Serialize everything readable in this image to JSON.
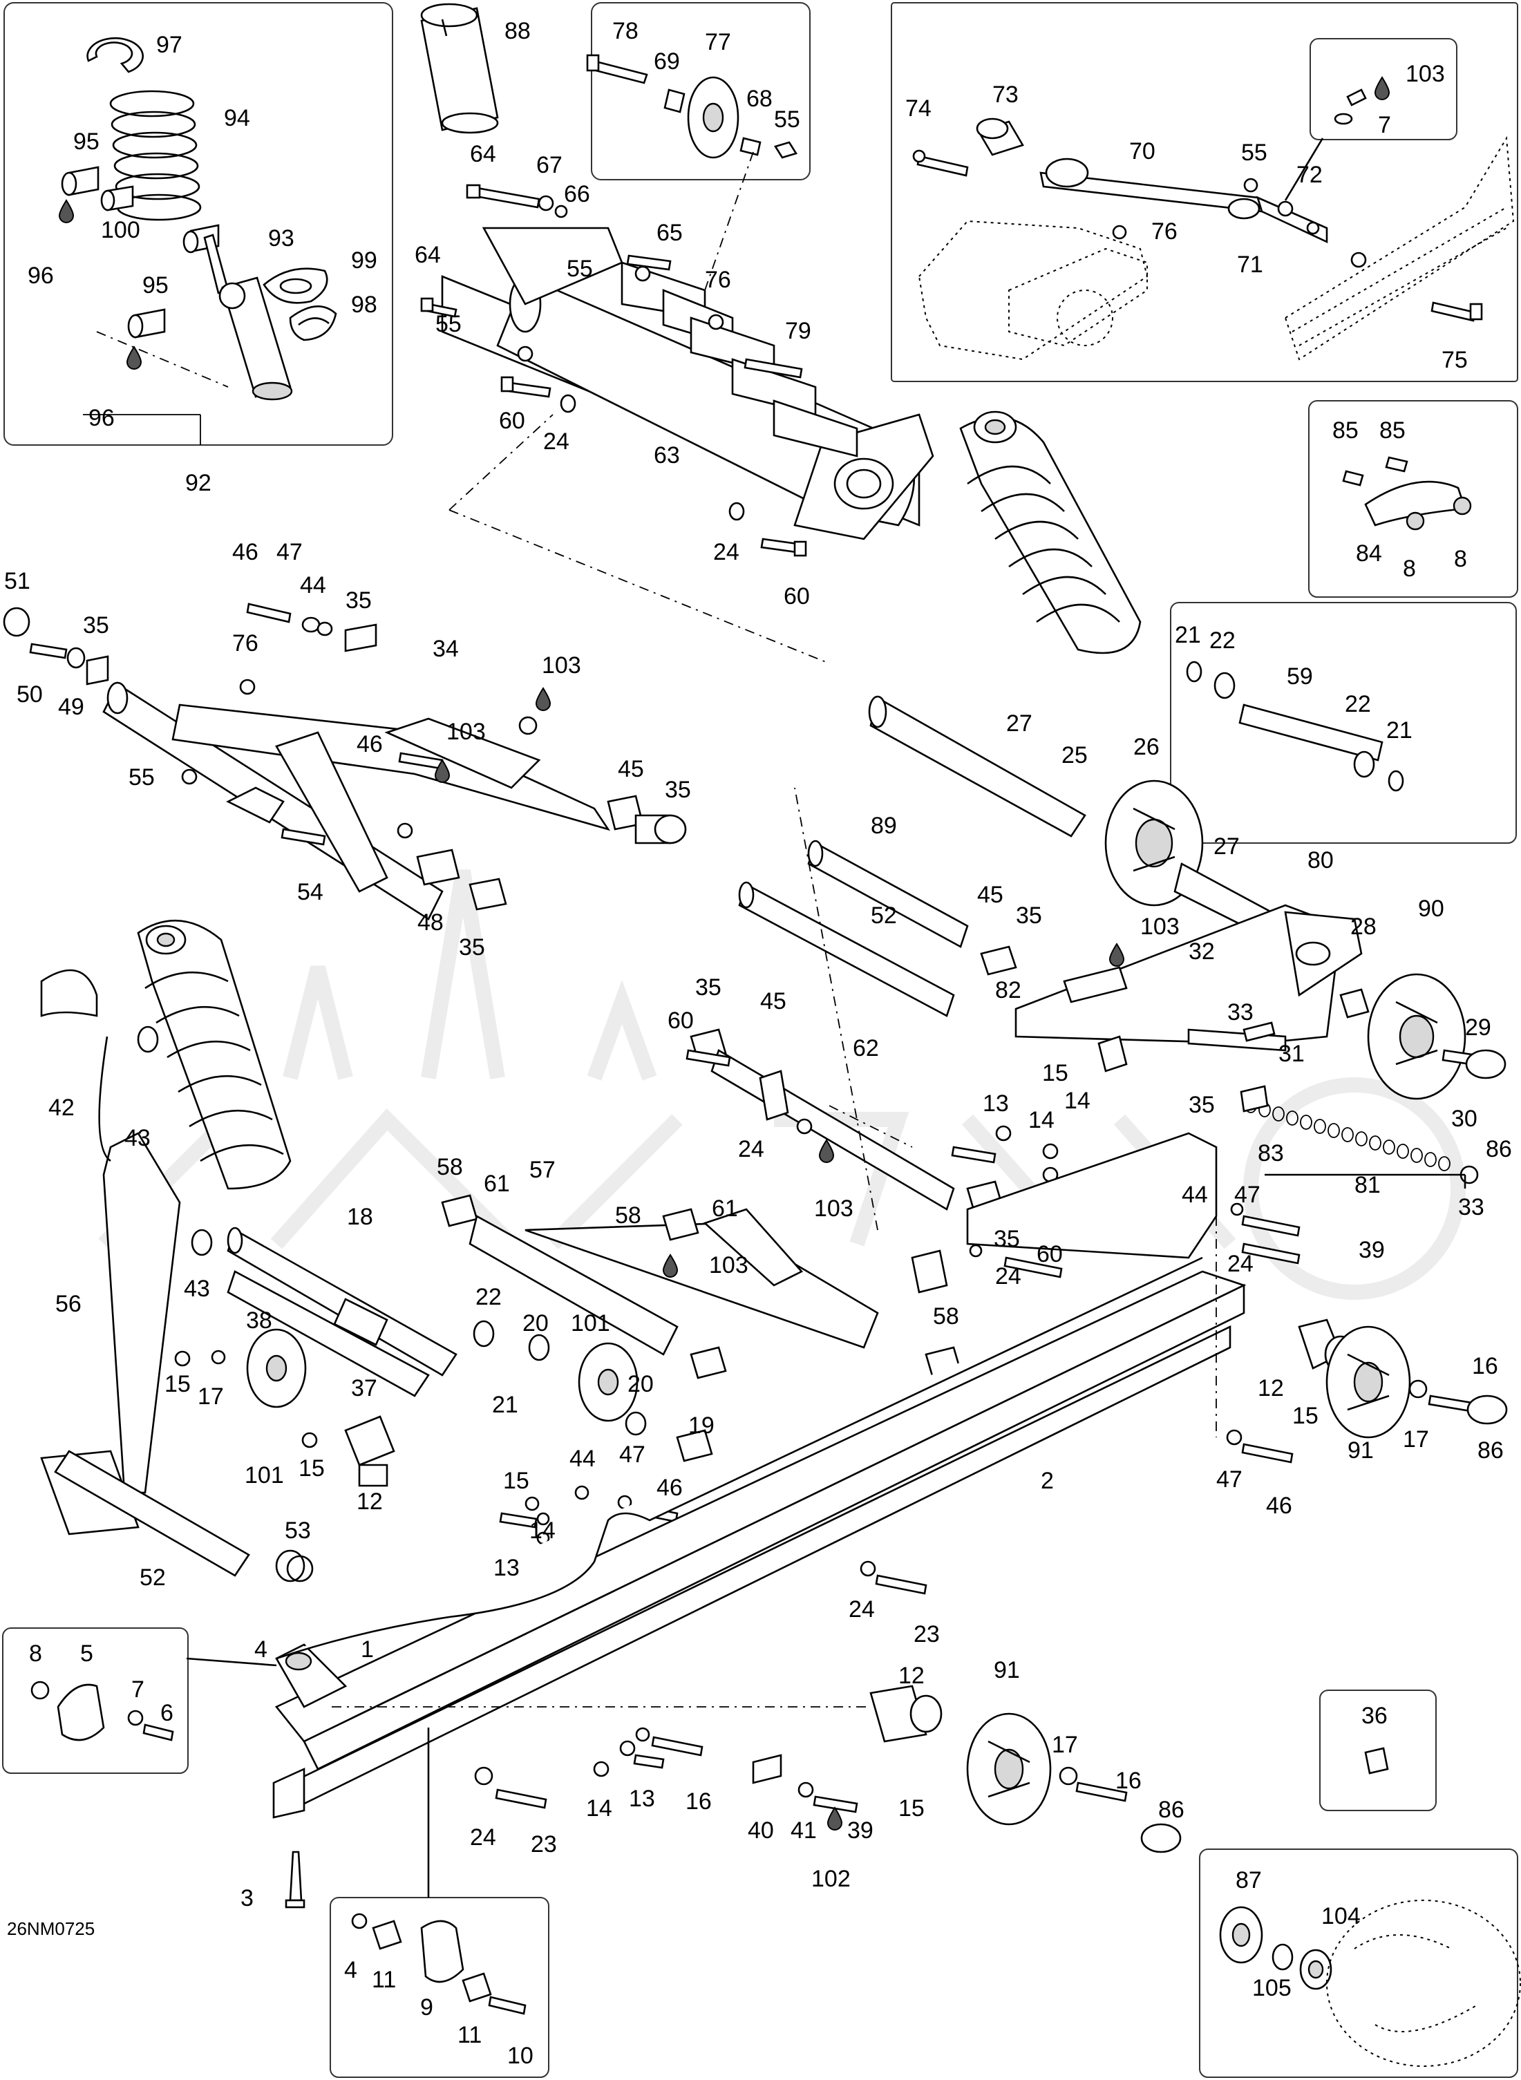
{
  "diagram_ref": "26NM0725",
  "callouts": {
    "tl_box": [
      "97",
      "94",
      "95",
      "100",
      "96",
      "93",
      "99",
      "98",
      "95",
      "96"
    ],
    "tl_group": "92",
    "top_center": [
      "88",
      "78",
      "69",
      "77",
      "68",
      "55",
      "64",
      "67",
      "66",
      "65",
      "55",
      "76",
      "79",
      "64",
      "55",
      "60",
      "24",
      "63",
      "24",
      "60"
    ],
    "top_right_box": [
      "74",
      "73",
      "70",
      "55",
      "103",
      "7",
      "72",
      "76",
      "71",
      "75"
    ],
    "right_small_box": [
      "85",
      "85",
      "84",
      "8",
      "8"
    ],
    "right_mid_box": [
      "21",
      "22",
      "59",
      "22",
      "21"
    ],
    "rear_arm": [
      "51",
      "50",
      "49",
      "35",
      "46",
      "47",
      "44",
      "35",
      "34",
      "76",
      "103",
      "103",
      "55",
      "46",
      "45",
      "35",
      "54",
      "48",
      "35"
    ],
    "middle": [
      "27",
      "25",
      "26",
      "27",
      "80",
      "89",
      "45",
      "35",
      "103",
      "52",
      "32",
      "28",
      "90",
      "35",
      "60",
      "45",
      "82",
      "33",
      "31",
      "29",
      "62",
      "15",
      "14",
      "35",
      "13",
      "14",
      "83",
      "30",
      "86",
      "33",
      "81",
      "24"
    ],
    "front_arm": [
      "58",
      "61",
      "57",
      "58",
      "61",
      "103",
      "103",
      "44",
      "47",
      "60",
      "35",
      "24",
      "39",
      "58",
      "24"
    ],
    "lower_left": [
      "42",
      "43",
      "56",
      "43",
      "18",
      "22",
      "20",
      "38",
      "37",
      "101",
      "21",
      "20",
      "101",
      "15",
      "17",
      "15",
      "12",
      "19",
      "52",
      "53",
      "15",
      "14",
      "44",
      "47",
      "46",
      "13"
    ],
    "rails": [
      "12",
      "15",
      "91",
      "17",
      "16",
      "86",
      "2",
      "47",
      "46",
      "24",
      "23",
      "4",
      "1",
      "14",
      "13",
      "16",
      "12",
      "91",
      "17",
      "16",
      "40",
      "41",
      "39",
      "102",
      "24",
      "23",
      "15",
      "3"
    ],
    "bl_box": [
      "8",
      "5",
      "7",
      "6"
    ],
    "bottom_box": [
      "4",
      "11",
      "9",
      "11",
      "10"
    ],
    "br_small_box": [
      "36"
    ],
    "br_box": [
      "87",
      "104",
      "105"
    ],
    "slider_labels": [
      "86"
    ]
  }
}
